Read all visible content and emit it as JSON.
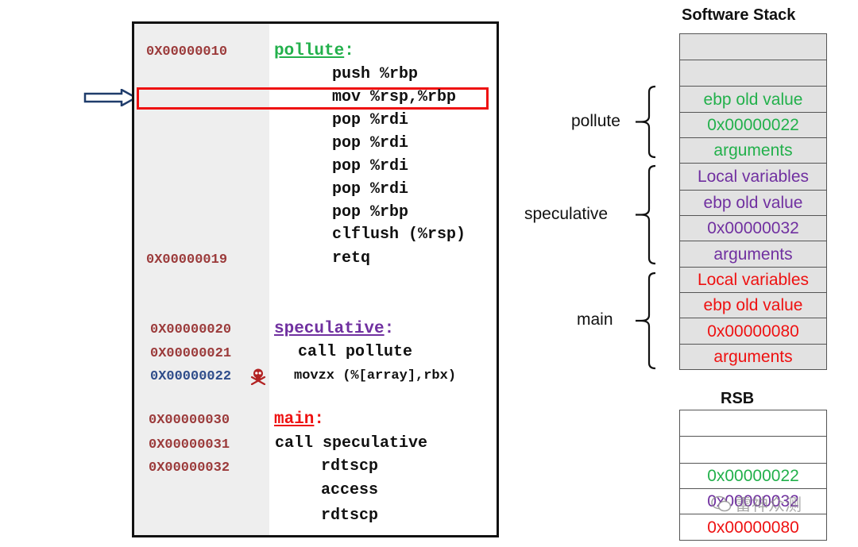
{
  "code": {
    "functions": [
      {
        "name": "pollute",
        "name_color": "#22b04b",
        "lines": [
          {
            "addr": "0X00000010",
            "addr_color": "#9b3a3a",
            "instr": ""
          },
          {
            "addr": "",
            "instr": "push %rbp"
          },
          {
            "addr": "",
            "instr": "mov %rsp,%rbp",
            "highlighted": true
          },
          {
            "addr": "",
            "instr": "pop %rdi"
          },
          {
            "addr": "",
            "instr": "pop %rdi"
          },
          {
            "addr": "",
            "instr": "pop %rdi"
          },
          {
            "addr": "",
            "instr": "pop %rdi"
          },
          {
            "addr": "",
            "instr": "pop %rbp"
          },
          {
            "addr": "",
            "instr": "clflush (%rsp)"
          },
          {
            "addr": "0X00000019",
            "addr_color": "#9b3a3a",
            "instr": "retq"
          }
        ]
      },
      {
        "name": "speculative",
        "name_color": "#7030a0",
        "lines": [
          {
            "addr": "0X00000020",
            "addr_color": "#9b3a3a",
            "instr": ""
          },
          {
            "addr": "0X00000021",
            "addr_color": "#9b3a3a",
            "instr": "call pollute"
          },
          {
            "addr": "0X00000022",
            "addr_color": "#2e4c8a",
            "instr": "movzx (%[array],rbx)",
            "skull_icon": true
          }
        ]
      },
      {
        "name": "main",
        "name_color": "#ee1111",
        "lines": [
          {
            "addr": "0X00000030",
            "addr_color": "#9b3a3a",
            "instr": ""
          },
          {
            "addr": "0X00000031",
            "addr_color": "#9b3a3a",
            "instr": "call speculative"
          },
          {
            "addr": "0X00000032",
            "addr_color": "#9b3a3a",
            "instr": "rdtscp"
          },
          {
            "addr": "",
            "instr": "access"
          },
          {
            "addr": "",
            "instr": "rdtscp"
          }
        ]
      }
    ],
    "pointer_icon": "hollow-right-arrow-icon"
  },
  "software_stack": {
    "title": "Software Stack",
    "cells": [
      {
        "text": "",
        "color": "#000000",
        "shaded": true
      },
      {
        "text": "",
        "color": "#000000",
        "shaded": true
      },
      {
        "text": "ebp old value",
        "color": "#22b04b",
        "shaded": true
      },
      {
        "text": "0x00000022",
        "color": "#22b04b",
        "shaded": true
      },
      {
        "text": "arguments",
        "color": "#22b04b",
        "shaded": true
      },
      {
        "text": "Local variables",
        "color": "#7030a0",
        "shaded": true
      },
      {
        "text": "ebp old value",
        "color": "#7030a0",
        "shaded": true
      },
      {
        "text": "0x00000032",
        "color": "#7030a0",
        "shaded": true
      },
      {
        "text": "arguments",
        "color": "#7030a0",
        "shaded": true
      },
      {
        "text": "Local variables",
        "color": "#ee1111",
        "shaded": true
      },
      {
        "text": "ebp old value",
        "color": "#ee1111",
        "shaded": true
      },
      {
        "text": "0x00000080",
        "color": "#ee1111",
        "shaded": true
      },
      {
        "text": "arguments",
        "color": "#ee1111",
        "shaded": true
      }
    ],
    "segments": [
      {
        "label": "pollute"
      },
      {
        "label": "speculative"
      },
      {
        "label": "main"
      }
    ]
  },
  "rsb": {
    "title": "RSB",
    "cells": [
      {
        "text": "",
        "color": "#000000"
      },
      {
        "text": "",
        "color": "#000000"
      },
      {
        "text": "0x00000022",
        "color": "#22b04b"
      },
      {
        "text": "0x00000032",
        "color": "#7030a0"
      },
      {
        "text": "0x00000080",
        "color": "#ee1111"
      }
    ]
  },
  "watermark": {
    "icon": "wechat-icon",
    "text": "雷神众测"
  }
}
